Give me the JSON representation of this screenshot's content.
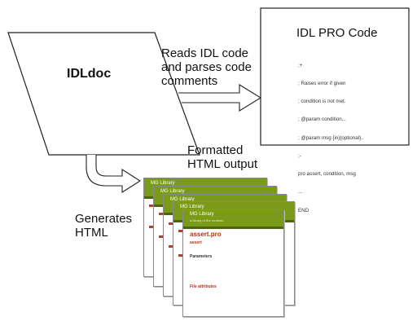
{
  "nodes": {
    "idldoc": "IDLdoc",
    "code_box": {
      "title": "IDL PRO Code",
      "lines": [
        ";+",
        "; Raises error if given",
        "; condition is not met.",
        "; @param condition,..",
        "; @param msg {in}{optional}..",
        ";-",
        "pro assert, condition, msg",
        "...",
        "END"
      ]
    }
  },
  "edges": {
    "reads_label": [
      "Reads IDL code",
      "and parses code",
      "comments"
    ],
    "generates_label": [
      "Generates",
      "HTML"
    ],
    "output_label": [
      "Formatted",
      "HTML output"
    ]
  },
  "output_pages": {
    "library_name": "MG Library",
    "front_page": {
      "tagline": "a library of IDL routines",
      "file_name": "assert.pro",
      "routine": "assert",
      "params_heading": "Parameters",
      "file_attributes_heading": "File attributes"
    }
  },
  "colors": {
    "header_green": "#7a9b1a",
    "header_green_dark": "#4d6410",
    "accent_red": "#b5321b"
  }
}
